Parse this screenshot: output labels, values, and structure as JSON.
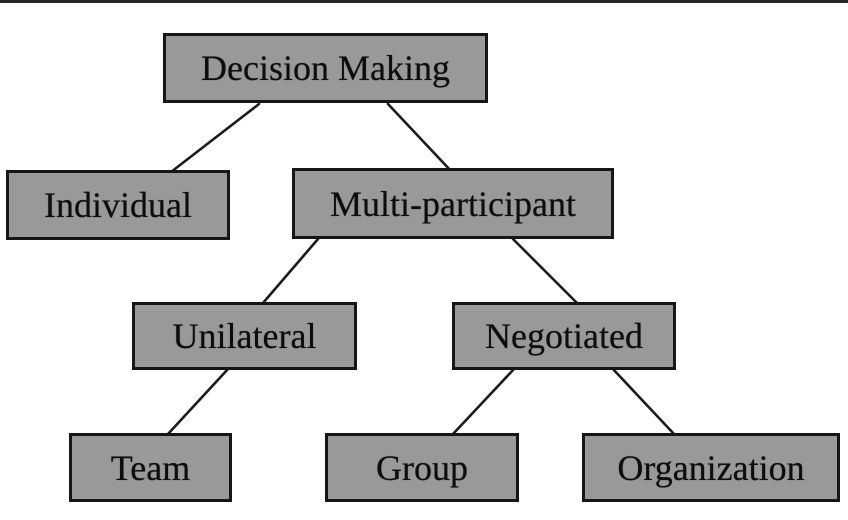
{
  "page": {
    "background": "#ffffff",
    "top_rule_color": "#262626"
  },
  "diagram": {
    "type": "tree",
    "description": "Taxonomy of decision making contexts",
    "colors": {
      "box_fill": "#999999",
      "box_border": "#161616",
      "edge": "#1b1b1b",
      "text": "#0d0d0d"
    },
    "nodes": [
      {
        "id": "decision-making",
        "label": "Decision Making",
        "parent": null
      },
      {
        "id": "individual",
        "label": "Individual",
        "parent": "decision-making"
      },
      {
        "id": "multi-participant",
        "label": "Multi-participant",
        "parent": "decision-making"
      },
      {
        "id": "unilateral",
        "label": "Unilateral",
        "parent": "multi-participant"
      },
      {
        "id": "negotiated",
        "label": "Negotiated",
        "parent": "multi-participant"
      },
      {
        "id": "team",
        "label": "Team",
        "parent": "unilateral"
      },
      {
        "id": "group",
        "label": "Group",
        "parent": "negotiated"
      },
      {
        "id": "organization",
        "label": "Organization",
        "parent": "negotiated"
      }
    ],
    "edges": [
      {
        "from": "decision-making",
        "to": "individual"
      },
      {
        "from": "decision-making",
        "to": "multi-participant"
      },
      {
        "from": "multi-participant",
        "to": "unilateral"
      },
      {
        "from": "multi-participant",
        "to": "negotiated"
      },
      {
        "from": "unilateral",
        "to": "team"
      },
      {
        "from": "negotiated",
        "to": "group"
      },
      {
        "from": "negotiated",
        "to": "organization"
      }
    ]
  }
}
